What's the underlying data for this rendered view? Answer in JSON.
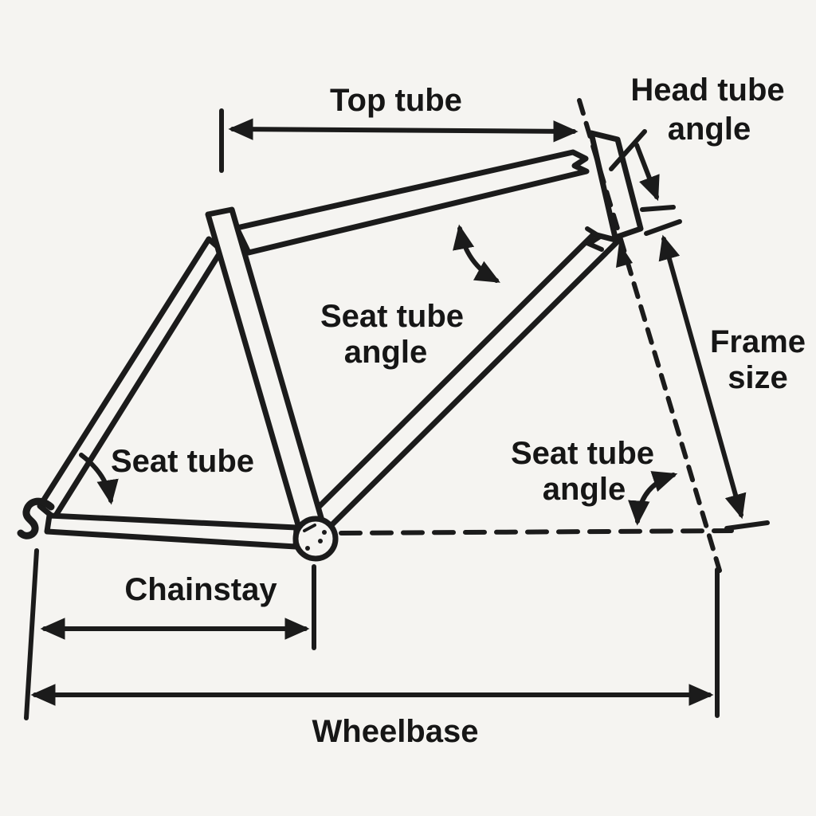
{
  "diagram": {
    "kind": "bicycle-frame-geometry-diagram",
    "style": "hand-drawn black line art on off-white background",
    "colors": {
      "background": "#f5f4f1",
      "ink": "#1b1b1b"
    },
    "labels": {
      "top_tube": "Top tube",
      "head_tube_angle": {
        "lines": [
          "Head tube",
          "angle"
        ]
      },
      "seat_tube_angle_middle": {
        "lines": [
          "Seat tube",
          "angle"
        ]
      },
      "frame_size": {
        "lines": [
          "Frame",
          "size"
        ]
      },
      "seat_tube": "Seat tube",
      "seat_tube_angle_bottom": {
        "lines": [
          "Seat tube",
          "angle"
        ]
      },
      "chainstay": "Chainstay",
      "wheelbase": "Wheelbase"
    }
  }
}
